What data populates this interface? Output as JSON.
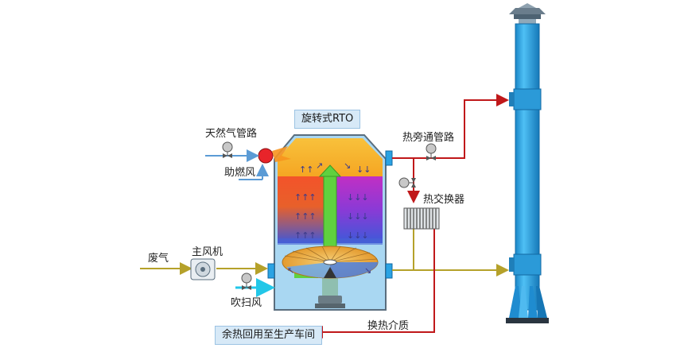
{
  "labels": {
    "title": "旋转式RTO",
    "natural_gas": "天然气管路",
    "combustion_air": "助燃风",
    "waste_gas": "废气",
    "main_fan": "主风机",
    "purge_air": "吹扫风",
    "hot_bypass": "热旁通管路",
    "heat_exchanger": "热交换器",
    "heat_medium": "换热介质",
    "heat_recovery": "余热回用至生产车间"
  },
  "colors": {
    "shell": "#a9d7f2",
    "shell_stroke": "#5a6e7e",
    "top_chamber": "#f7b733",
    "bed_left": "#f04e24",
    "bed_right": "#b82fc9",
    "bed_bottom": "#3b5bdb",
    "green_duct": "#5fd13f",
    "chimney": "#2aa3e3",
    "pipe_red": "#c0181a",
    "pipe_olive": "#b5a12a",
    "pipe_cyan": "#22c7e8",
    "title_box": "#d7e9f7"
  }
}
